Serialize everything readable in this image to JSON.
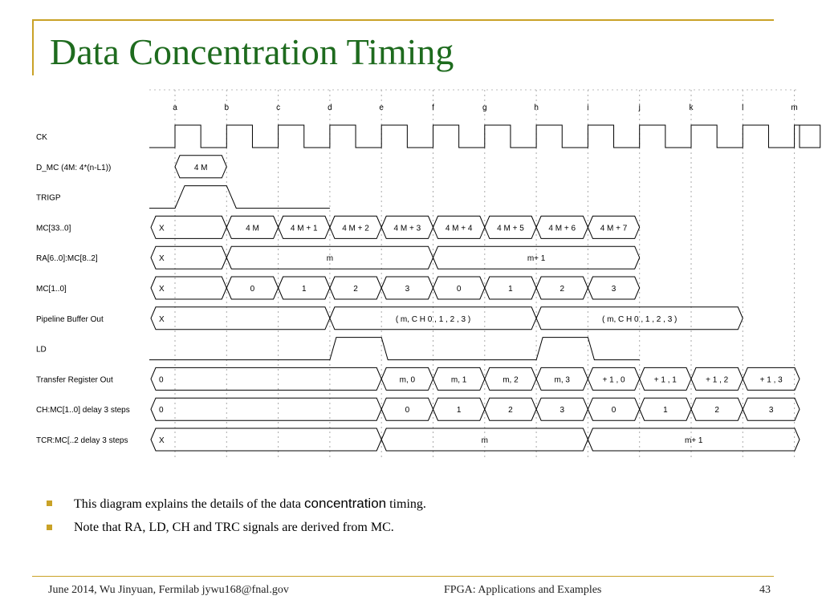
{
  "title": "Data Concentration Timing",
  "accent_color": "#c9a227",
  "title_color": "#1e6b1e",
  "timing": {
    "clock_labels": [
      "a",
      "b",
      "c",
      "d",
      "e",
      "f",
      "g",
      "h",
      "i",
      "j",
      "k",
      "l",
      "m"
    ],
    "signals": [
      {
        "name": "CK",
        "kind": "clock"
      },
      {
        "name": "D_MC (4M: 4*(n-L1))",
        "kind": "bus",
        "segments": [
          {
            "from": 0,
            "to": 1,
            "label": "4 M"
          }
        ]
      },
      {
        "name": "TRIGP",
        "kind": "pulse"
      },
      {
        "name": "MC[33..0]",
        "kind": "bus",
        "segments": [
          {
            "from": -0.5,
            "to": 1,
            "label": "X"
          },
          {
            "from": 1,
            "to": 2,
            "label": "4 M"
          },
          {
            "from": 2,
            "to": 3,
            "label": "4 M + 1"
          },
          {
            "from": 3,
            "to": 4,
            "label": "4 M + 2"
          },
          {
            "from": 4,
            "to": 5,
            "label": "4 M + 3"
          },
          {
            "from": 5,
            "to": 6,
            "label": "4 M + 4"
          },
          {
            "from": 6,
            "to": 7,
            "label": "4 M + 5"
          },
          {
            "from": 7,
            "to": 8,
            "label": "4 M + 6"
          },
          {
            "from": 8,
            "to": 9,
            "label": "4 M + 7"
          }
        ]
      },
      {
        "name": "RA[6..0]:MC[8..2]",
        "kind": "bus",
        "segments": [
          {
            "from": -0.5,
            "to": 1,
            "label": "X"
          },
          {
            "from": 1,
            "to": 5,
            "label": "m"
          },
          {
            "from": 5,
            "to": 9,
            "label": "m+ 1"
          }
        ]
      },
      {
        "name": "MC[1..0]",
        "kind": "bus",
        "segments": [
          {
            "from": -0.5,
            "to": 1,
            "label": "X"
          },
          {
            "from": 1,
            "to": 2,
            "label": "0"
          },
          {
            "from": 2,
            "to": 3,
            "label": "1"
          },
          {
            "from": 3,
            "to": 4,
            "label": "2"
          },
          {
            "from": 4,
            "to": 5,
            "label": "3"
          },
          {
            "from": 5,
            "to": 6,
            "label": "0"
          },
          {
            "from": 6,
            "to": 7,
            "label": "1"
          },
          {
            "from": 7,
            "to": 8,
            "label": "2"
          },
          {
            "from": 8,
            "to": 9,
            "label": "3"
          }
        ]
      },
      {
        "name": "Pipeline Buffer Out",
        "kind": "bus",
        "segments": [
          {
            "from": -0.5,
            "to": 3,
            "label": "X"
          },
          {
            "from": 3,
            "to": 7,
            "label": "( m,    C H 0 ,  1 ,  2 ,  3 )"
          },
          {
            "from": 7,
            "to": 11,
            "label": "( m,    C H 0 ,  1 ,  2 ,  3 )"
          }
        ]
      },
      {
        "name": "LD",
        "kind": "ld"
      },
      {
        "name": "Transfer Register Out",
        "kind": "bus",
        "segments": [
          {
            "from": -0.5,
            "to": 4,
            "label": "0"
          },
          {
            "from": 4,
            "to": 5,
            "label": "m,  0"
          },
          {
            "from": 5,
            "to": 6,
            "label": "m,  1"
          },
          {
            "from": 6,
            "to": 7,
            "label": "m,  2"
          },
          {
            "from": 7,
            "to": 8,
            "label": "m,  3"
          },
          {
            "from": 8,
            "to": 9,
            "label": "+ 1 ,  0"
          },
          {
            "from": 9,
            "to": 10,
            "label": "+ 1 ,  1"
          },
          {
            "from": 10,
            "to": 11,
            "label": "+ 1 ,  2"
          },
          {
            "from": 11,
            "to": 12.1,
            "label": "+ 1 ,  3"
          }
        ]
      },
      {
        "name": "CH:MC[1..0] delay 3 steps",
        "kind": "bus",
        "segments": [
          {
            "from": -0.5,
            "to": 4,
            "label": "0"
          },
          {
            "from": 4,
            "to": 5,
            "label": "0"
          },
          {
            "from": 5,
            "to": 6,
            "label": "1"
          },
          {
            "from": 6,
            "to": 7,
            "label": "2"
          },
          {
            "from": 7,
            "to": 8,
            "label": "3"
          },
          {
            "from": 8,
            "to": 9,
            "label": "0"
          },
          {
            "from": 9,
            "to": 10,
            "label": "1"
          },
          {
            "from": 10,
            "to": 11,
            "label": "2"
          },
          {
            "from": 11,
            "to": 12.1,
            "label": "3"
          }
        ]
      },
      {
        "name": "TCR:MC[..2  delay 3 steps",
        "kind": "bus",
        "segments": [
          {
            "from": -0.5,
            "to": 4,
            "label": "X"
          },
          {
            "from": 4,
            "to": 8,
            "label": "m"
          },
          {
            "from": 8,
            "to": 12.1,
            "label": "m+ 1"
          }
        ]
      }
    ]
  },
  "bullets": [
    {
      "pre": "This diagram explains the details of the data ",
      "emph": "concentration",
      "post": " timing."
    },
    {
      "pre": "Note that RA, LD, CH and TRC signals are derived from MC.",
      "emph": "",
      "post": ""
    }
  ],
  "footer": {
    "left": "June 2014, Wu Jinyuan, Fermilab jywu168@fnal.gov",
    "center": "FPGA: Applications and Examples",
    "page": "43"
  }
}
